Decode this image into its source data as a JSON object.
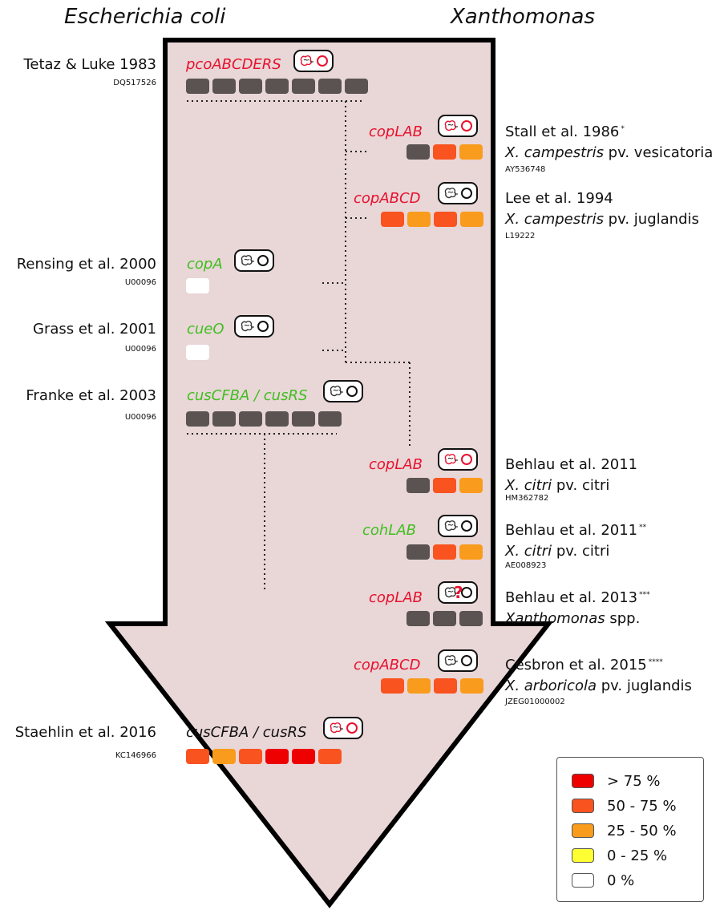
{
  "headers": {
    "left": "Escherichia coli",
    "right": "Xanthomonas"
  },
  "colors": {
    "arrow_fill": "#e9d6d7",
    "dark": "#5a5352",
    "gt75": "#ee0000",
    "r50_75": "#f9531f",
    "r25_50": "#f99b1c",
    "r0_25": "#ffff33",
    "zero": "#ffffff"
  },
  "entries": [
    {
      "ref": "Tetaz & Luke 1983",
      "sup": "",
      "organism": "",
      "organism_species": "",
      "organism_rest": "",
      "accession": "DQ517526",
      "gene": "pcoABCDERS",
      "gene_color": "red",
      "icon": "red-ring",
      "boxes": [
        "dark",
        "dark",
        "dark",
        "dark",
        "dark",
        "dark",
        "dark"
      ]
    },
    {
      "ref": "Stall et al. 1986",
      "sup": "*",
      "organism_species": "X. campestris",
      "organism_rest": " pv. vesicatoria",
      "accession": "AY536748",
      "gene": "copLAB",
      "gene_color": "red",
      "icon": "red-ring",
      "boxes": [
        "dark",
        "r50_75",
        "r25_50"
      ]
    },
    {
      "ref": "Lee et al. 1994",
      "sup": "",
      "organism_species": "X. campestris",
      "organism_rest": " pv. juglandis",
      "accession": "L19222",
      "gene": "copABCD",
      "gene_color": "red",
      "icon": "black-ring",
      "boxes": [
        "r50_75",
        "r25_50",
        "r50_75",
        "r25_50"
      ]
    },
    {
      "ref": "Rensing et al. 2000",
      "sup": "",
      "organism_species": "",
      "organism_rest": "",
      "accession": "U00096",
      "gene": "copA",
      "gene_color": "green",
      "icon": "black-ring",
      "boxes": [
        "zero"
      ]
    },
    {
      "ref": "Grass et al. 2001",
      "sup": "",
      "organism_species": "",
      "organism_rest": "",
      "accession": "U00096",
      "gene": "cueO",
      "gene_color": "green",
      "icon": "black-ring",
      "boxes": [
        "zero"
      ]
    },
    {
      "ref": "Franke et al. 2003",
      "sup": "",
      "organism_species": "",
      "organism_rest": "",
      "accession": "U00096",
      "gene": "cusCFBA / cusRS",
      "gene_color": "green",
      "icon": "black-ring",
      "boxes": [
        "dark",
        "dark",
        "dark",
        "dark",
        "dark",
        "dark"
      ]
    },
    {
      "ref": "Behlau et al. 2011",
      "sup": "",
      "organism_species": "X. citri",
      "organism_rest": " pv. citri",
      "accession": "HM362782",
      "gene": "copLAB",
      "gene_color": "red",
      "icon": "red-ring",
      "boxes": [
        "dark",
        "r50_75",
        "r25_50"
      ]
    },
    {
      "ref": "Behlau et al. 2011",
      "sup": "**",
      "organism_species": "X. citri",
      "organism_rest": " pv. citri",
      "accession": "AE008923",
      "gene": "cohLAB",
      "gene_color": "green",
      "icon": "black-ring",
      "boxes": [
        "dark",
        "r50_75",
        "r25_50"
      ]
    },
    {
      "ref": "Behlau et al. 2013",
      "sup": "***",
      "organism_species": "Xanthomonas",
      "organism_rest": " spp.",
      "accession": "",
      "gene": "copLAB",
      "gene_color": "red",
      "icon": "question",
      "question_mark": "?",
      "boxes": [
        "dark",
        "dark",
        "dark"
      ]
    },
    {
      "ref": "Cesbron et al. 2015",
      "sup": "****",
      "organism_species": "X. arboricola",
      "organism_rest": " pv. juglandis",
      "accession": "JZEG01000002",
      "gene": "copABCD",
      "gene_color": "red",
      "icon": "black-ring",
      "boxes": [
        "r50_75",
        "r25_50",
        "r50_75",
        "r25_50"
      ]
    },
    {
      "ref": "Staehlin et al. 2016",
      "sup": "",
      "organism_species": "",
      "organism_rest": "",
      "accession": "KC146966",
      "gene": "cusCFBA / cusRS",
      "gene_color": "black",
      "icon": "red-ring",
      "boxes": [
        "r50_75",
        "r25_50",
        "r50_75",
        "gt75",
        "gt75",
        "r50_75"
      ]
    }
  ],
  "legend": [
    {
      "label": "> 75 %",
      "color_key": "gt75"
    },
    {
      "label": "50 - 75 %",
      "color_key": "r50_75"
    },
    {
      "label": "25 - 50 %",
      "color_key": "r25_50"
    },
    {
      "label": "0 - 25 %",
      "color_key": "r0_25"
    },
    {
      "label": "0 %",
      "color_key": "zero"
    }
  ]
}
